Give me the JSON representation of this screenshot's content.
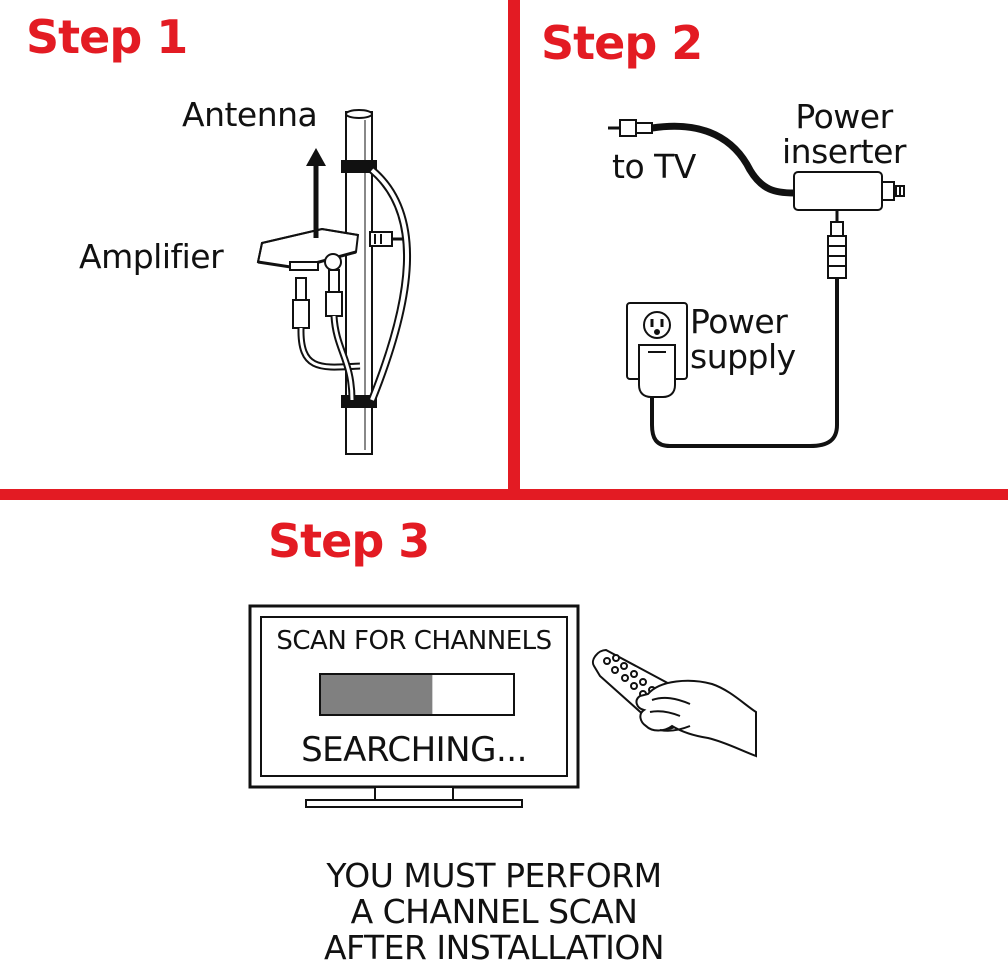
{
  "colors": {
    "accent": "#e31b23",
    "line": "#111111",
    "bar_fill": "#808080"
  },
  "step1": {
    "title": "Step 1",
    "antenna_label": "Antenna",
    "amplifier_label": "Amplifier"
  },
  "step2": {
    "title": "Step 2",
    "to_tv_label": "to TV",
    "power_inserter_label": [
      "Power",
      "inserter"
    ],
    "power_supply_label": [
      "Power",
      "supply"
    ]
  },
  "step3": {
    "title": "Step 3",
    "screen_heading": "SCAN FOR CHANNELS",
    "progress_fraction": 0.58,
    "status_text": "SEARCHING...",
    "note_lines": [
      "YOU MUST PERFORM",
      "A CHANNEL SCAN",
      "AFTER INSTALLATION"
    ]
  },
  "icons": [
    "up-arrow-icon",
    "wall-outlet-icon",
    "remote-control-icon",
    "hand-icon",
    "tv-icon"
  ]
}
